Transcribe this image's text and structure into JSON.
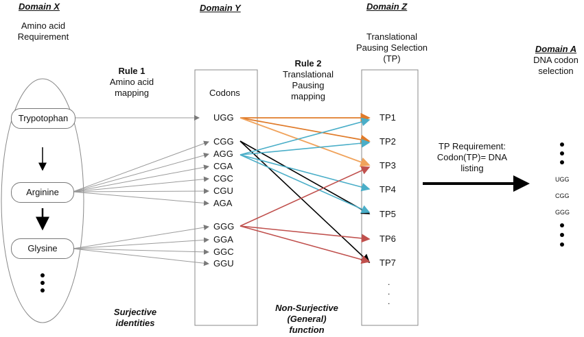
{
  "domains": {
    "x": {
      "title": "Domain X",
      "subtitle_1": "Amino acid",
      "subtitle_2": "Requirement"
    },
    "y": {
      "title": "Domain Y"
    },
    "z": {
      "title": "Domain Z",
      "subtitle_1": "Translational",
      "subtitle_2": "Pausing Selection",
      "subtitle_3": "(TP)"
    },
    "a": {
      "title": "Domain A",
      "subtitle_1": "DNA codon",
      "subtitle_2": "selection"
    }
  },
  "rule1": {
    "title": "Rule 1",
    "line1": "Amino acid",
    "line2": "mapping"
  },
  "rule2": {
    "title": "Rule 2",
    "line1": "Translational",
    "line2": "Pausing",
    "line3": "mapping"
  },
  "amino_acids": [
    "Trypotophan",
    "Arginine",
    "Glysine"
  ],
  "codons_header": "Codons",
  "codons": [
    "UGG",
    "CGG",
    "AGG",
    "CGA",
    "CGC",
    "CGU",
    "AGA",
    "GGG",
    "GGA",
    "GGC",
    "GGU"
  ],
  "tp_items": [
    "TP1",
    "TP2",
    "TP3",
    "TP4",
    "TP5",
    "TP6",
    "TP7"
  ],
  "requirement": {
    "line1": "TP Requirement:",
    "line2": "Codon(TP)= DNA",
    "line3": "listing"
  },
  "dna_list": [
    "UGG",
    "CGG",
    "GGG"
  ],
  "captions": {
    "surjective_1": "Surjective",
    "surjective_2": "identities",
    "nonsurj_1": "Non-Surjective",
    "nonsurj_2": "(General)",
    "nonsurj_3": "function"
  },
  "colors": {
    "grey_line": "#9a9a9a",
    "orange_dark": "#e07b2a",
    "orange_light": "#f0a35c",
    "blue": "#4aaec8",
    "red": "#c0504d",
    "black": "#000000"
  }
}
